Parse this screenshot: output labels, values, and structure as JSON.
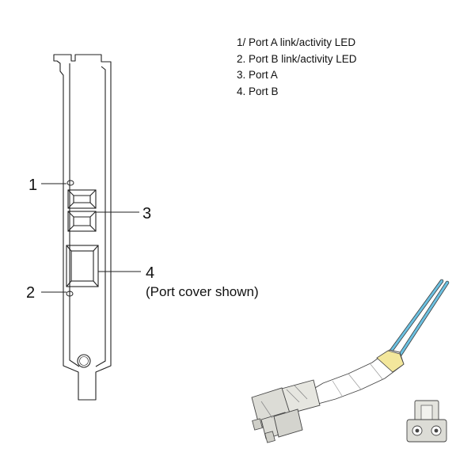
{
  "legend": {
    "items": [
      "1/ Port A link/activity LED",
      "2. Port B link/activity LED",
      "3. Port A",
      "4. Port B"
    ]
  },
  "callouts": {
    "led_a": "1",
    "led_b": "2",
    "port_a": "3",
    "port_b": "4",
    "port_b_note": "(Port cover shown)"
  },
  "colors": {
    "line": "#222222",
    "fiber_blue": "#6cc0e0",
    "boot_yellow": "#f3e79c",
    "connector_gray": "#dcdcd6"
  },
  "icons": {
    "bracket": "pci-bracket-icon",
    "cable": "lc-duplex-fiber-cable-icon",
    "dust_cap": "lc-dust-cap-icon"
  }
}
